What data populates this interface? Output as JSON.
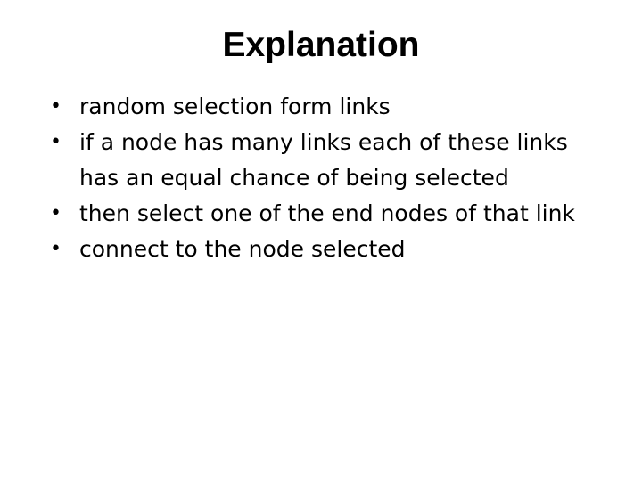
{
  "slide": {
    "title": "Explanation",
    "bullet_glyph": "•",
    "bullets": [
      "random selection form links",
      "if a node has many links each of these links has an equal chance of being selected",
      "then select one of the end nodes of that link",
      "connect to the node selected"
    ]
  }
}
